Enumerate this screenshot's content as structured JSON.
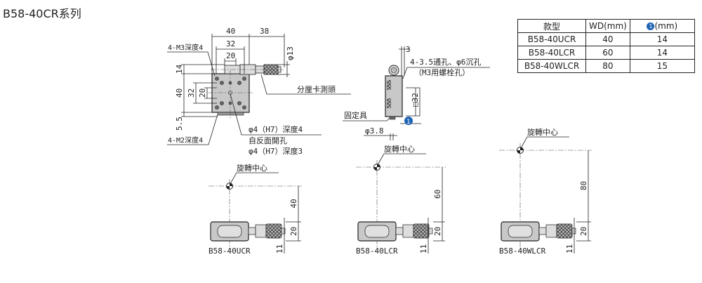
{
  "title": "B58-40CR系列",
  "colors": {
    "badge": "#1f63b5",
    "body": "#c8c8c8",
    "dark": "#333333"
  },
  "top_view": {
    "dim_40": "40",
    "dim_38": "38",
    "dim_32": "32",
    "dim_20": "20",
    "dim_phi13": "φ13",
    "dim_14": "14",
    "dim_40v": "40",
    "dim_32v": "32",
    "dim_20v": "20",
    "dim_5_5": "5.5",
    "label_m3": "4-M3深度4",
    "label_m2": "4-M2深度4",
    "label_micrometer": "分厘卡測頭",
    "note_1": "φ4（H7）深度4",
    "note_2": "自反面開孔",
    "note_3": "φ4（H7）深度3"
  },
  "side_view": {
    "dim_3": "3",
    "note_hole": "4-3.5通孔、φ6沉孔",
    "note_bolt": "（M3用螺栓孔）",
    "dim_sq32": "□32",
    "label_fixture": "固定具",
    "dim_phi3_8": "φ3.8",
    "badge": "1"
  },
  "table": {
    "headers": [
      "款型",
      "WD(mm)",
      "(mm)"
    ],
    "header_badge": "1",
    "rows": [
      [
        "B58-40UCR",
        "40",
        "14"
      ],
      [
        "B58-40LCR",
        "60",
        "14"
      ],
      [
        "B58-40WLCR",
        "80",
        "15"
      ]
    ]
  },
  "front_views": [
    {
      "model": "B58-40UCR",
      "wd": "40",
      "h20": "20",
      "h11": "11",
      "center_label": "旋轉中心"
    },
    {
      "model": "B58-40LCR",
      "wd": "60",
      "h20": "20",
      "h11": "11",
      "center_label": "旋轉中心"
    },
    {
      "model": "B58-40WLCR",
      "wd": "80",
      "h20": "20",
      "h11": "11",
      "center_label": "旋轉中心"
    }
  ]
}
